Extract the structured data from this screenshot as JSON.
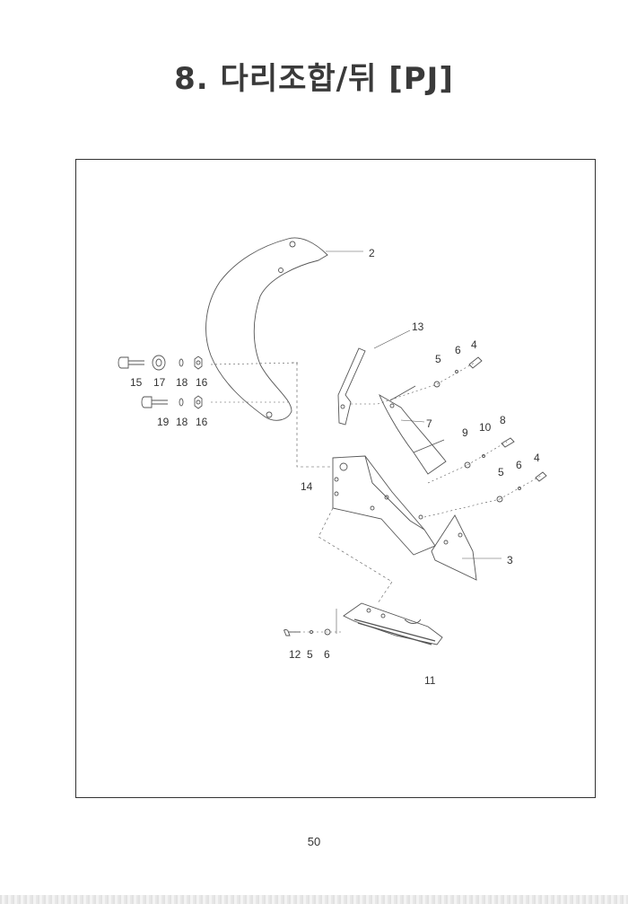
{
  "title": "8. 다리조합/뒤 [PJ]",
  "page_number": "50",
  "callouts": {
    "c2": "2",
    "c13": "13",
    "c5a": "5",
    "c6a": "6",
    "c4a": "4",
    "c15": "15",
    "c17": "17",
    "c18a": "18",
    "c16a": "16",
    "c19": "19",
    "c18b": "18",
    "c16b": "16",
    "c7": "7",
    "c9": "9",
    "c10": "10",
    "c8": "8",
    "c5b": "5",
    "c6b": "6",
    "c4b": "4",
    "c14": "14",
    "c3": "3",
    "c12": "12",
    "c5c": "5",
    "c6c": "6",
    "c11": "11"
  }
}
